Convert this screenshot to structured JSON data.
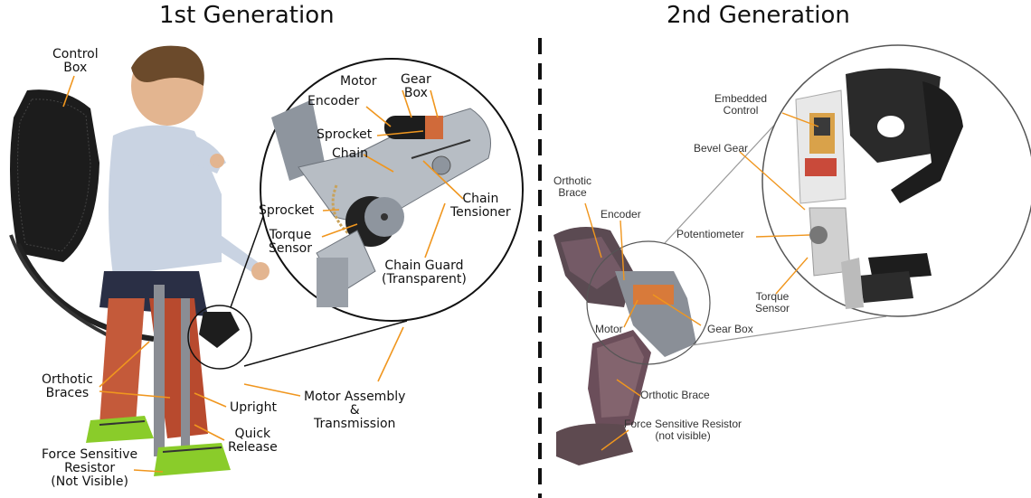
{
  "titles": {
    "left": "1st Generation",
    "right": "2nd Generation"
  },
  "gen1_labels": {
    "control_box": [
      "Control",
      "Box"
    ],
    "motor": "Motor",
    "gear_box": [
      "Gear",
      "Box"
    ],
    "encoder": "Encoder",
    "sprocket_top": "Sprocket",
    "chain": "Chain",
    "chain_tensioner": [
      "Chain",
      "Tensioner"
    ],
    "sprocket_left": "Sprocket",
    "torque_sensor": [
      "Torque",
      "Sensor"
    ],
    "chain_guard": [
      "Chain Guard",
      "(Transparent)"
    ],
    "orthotic_braces": [
      "Orthotic",
      "Braces"
    ],
    "upright": "Upright",
    "motor_assembly": [
      "Motor Assembly",
      "&",
      "Transmission"
    ],
    "quick_release": [
      "Quick",
      "Release"
    ],
    "fsr": [
      "Force Sensitive",
      "Resistor",
      "(Not Visible)"
    ]
  },
  "gen2_labels": {
    "embedded_control": [
      "Embedded",
      "Control"
    ],
    "bevel_gear": "Bevel Gear",
    "orthotic_brace_top": [
      "Orthotic",
      "Brace"
    ],
    "encoder": "Encoder",
    "potentiometer": "Potentiometer",
    "torque_sensor": [
      "Torque",
      "Sensor"
    ],
    "motor": "Motor",
    "gear_box": "Gear Box",
    "orthotic_brace_bottom": "Orthotic Brace",
    "fsr": [
      "Force Sensitive Resistor",
      "(not visible)"
    ]
  },
  "colors": {
    "leader_line": "#f0961e",
    "divider": "#111111"
  }
}
